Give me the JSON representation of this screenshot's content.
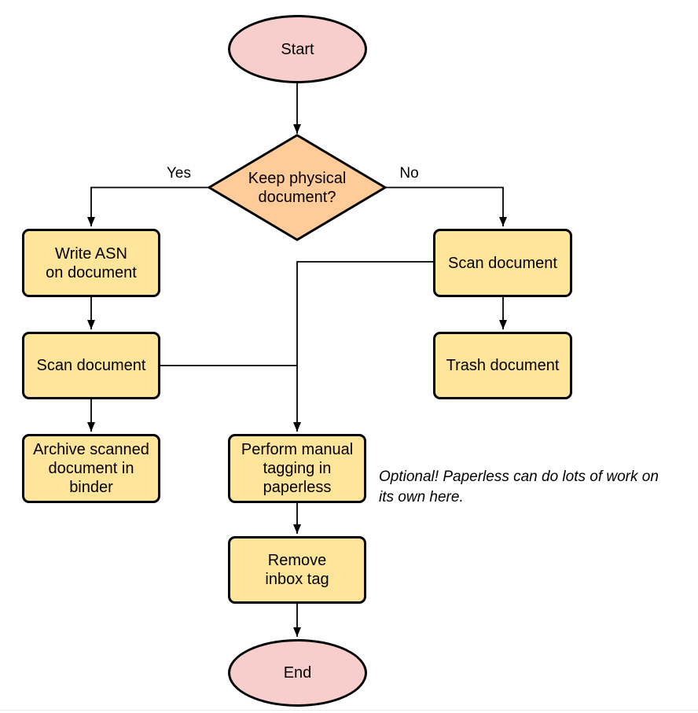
{
  "diagram": {
    "nodes": {
      "start": {
        "label": "Start"
      },
      "decision": {
        "label": "Keep physical\ndocument?"
      },
      "write_asn": {
        "label": "Write ASN\non document"
      },
      "scan_left": {
        "label": "Scan document"
      },
      "archive": {
        "label": "Archive scanned\ndocument in\nbinder"
      },
      "scan_right": {
        "label": "Scan document"
      },
      "trash": {
        "label": "Trash document"
      },
      "tagging": {
        "label": "Perform manual\ntagging in\npaperless"
      },
      "remove_tag": {
        "label": "Remove\ninbox tag"
      },
      "end": {
        "label": "End"
      }
    },
    "edge_labels": {
      "yes": "Yes",
      "no": "No"
    },
    "annotation": "Optional! Paperless can do lots of work on\nits own here.",
    "colors": {
      "terminal_fill": "#f8cecc",
      "decision_fill": "#ffcc99",
      "process_fill": "#ffe599",
      "stroke": "#000000",
      "edge": "#000000"
    }
  }
}
